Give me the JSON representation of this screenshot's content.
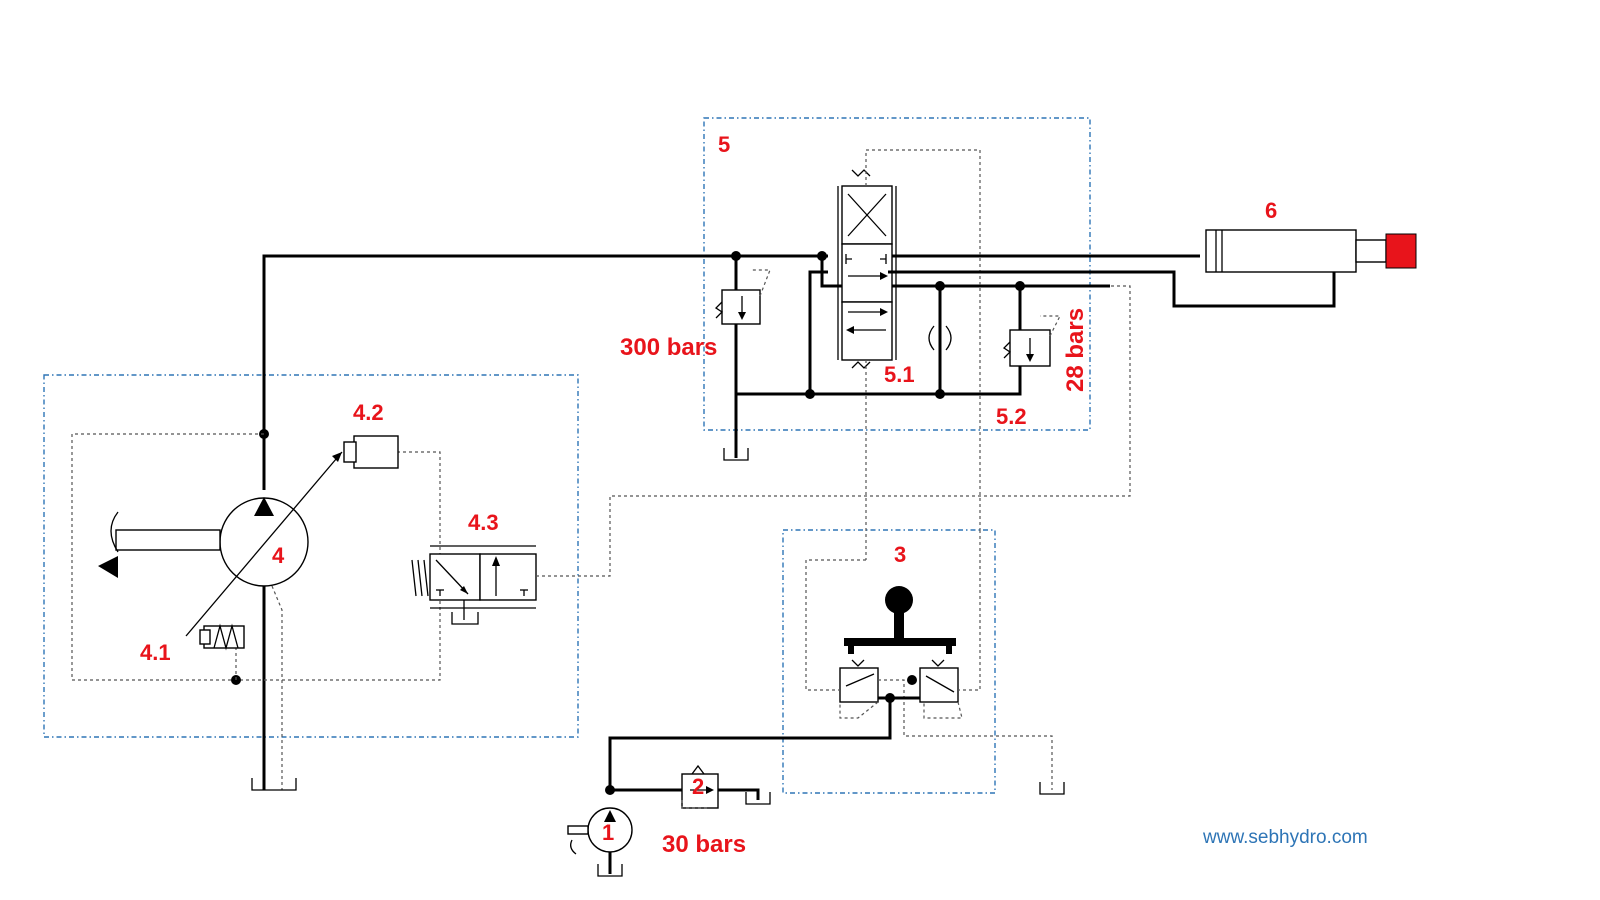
{
  "labels": {
    "pump_main": "4",
    "pump_4_1": "4.1",
    "pump_4_2": "4.2",
    "valve_4_3": "4.3",
    "block_5": "5",
    "valve_5_1": "5.1",
    "valve_5_2": "5.2",
    "cylinder": "6",
    "joystick": "3",
    "relief_2": "2",
    "pump_1": "1"
  },
  "pressures": {
    "relief_main": "300 bars",
    "relief_5_2": "28 bars",
    "relief_2": "30 bars"
  },
  "footer": {
    "website": "www.sebhydro.com"
  },
  "colors": {
    "label": "#e8141b",
    "group_border": "#2e75b6",
    "cylinder_end": "#e8141b",
    "link": "#2e75b6"
  }
}
